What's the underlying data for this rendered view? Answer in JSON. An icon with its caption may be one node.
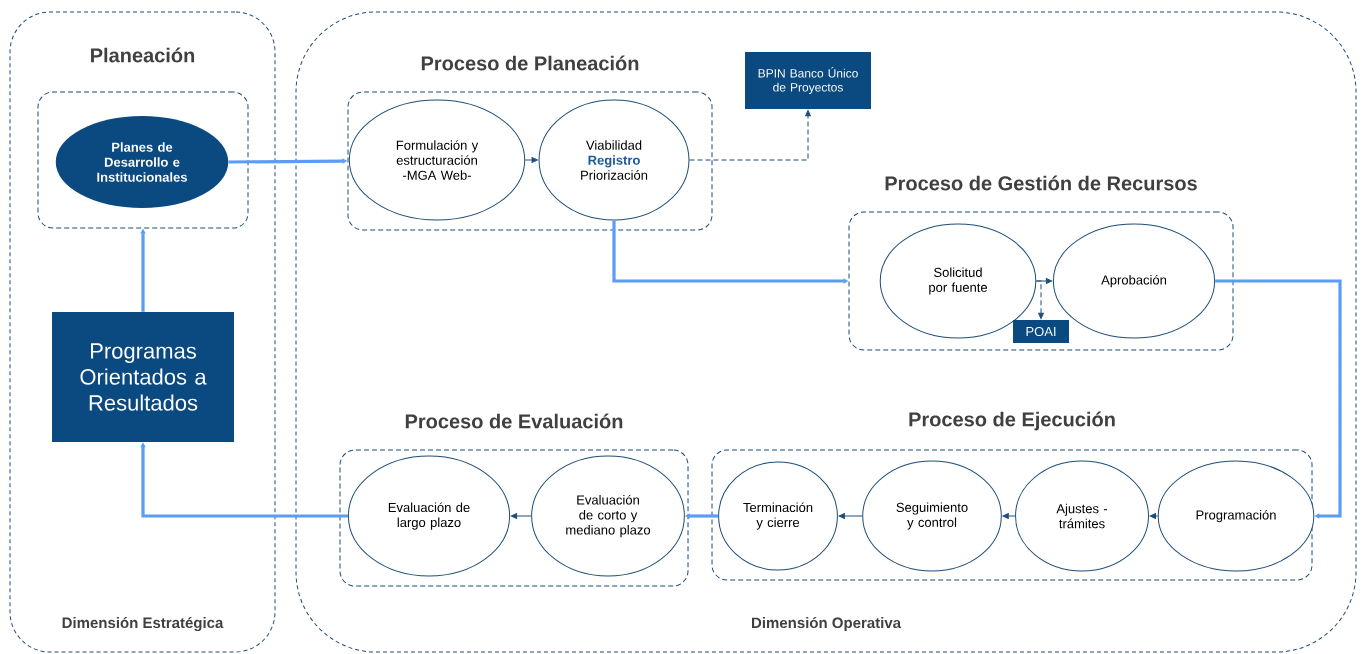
{
  "diagram": {
    "nodes": [
      {
        "text": [
          "Planeación",
          "Dimensión Estratégica"
        ]
      },
      {
        "text": [],
        "shape": "box",
        "in": 0
      },
      {
        "text": [
          "Planes de Desarrollo e Institucionales"
        ],
        "in": 1
      },
      {
        "text": [
          "Programas Orientados a Resultados"
        ],
        "in": 0
      },
      {
        "text": [
          "Dimensión Operativa"
        ]
      },
      {
        "text": [
          "Proceso de Planeación"
        ],
        "in": 4
      },
      {
        "text": [
          "Formulación y estructuración -MGA Web-"
        ],
        "in": 5
      },
      {
        "text": [
          "Viabilidad",
          "Registro",
          "Priorización"
        ],
        "in": 5
      },
      {
        "text": [
          "BPIN Banco Único de Proyectos"
        ],
        "in": 4
      },
      {
        "text": [
          "Proceso de Gestión de Recursos"
        ],
        "in": 4
      },
      {
        "text": [
          "Solicitud por fuente"
        ],
        "in": 9
      },
      {
        "text": [
          "Aprobación"
        ],
        "in": 9
      },
      {
        "text": [
          "POAI"
        ],
        "in": 9
      },
      {
        "text": [
          "Proceso de Evaluación"
        ],
        "in": 4
      },
      {
        "text": [
          "Evaluación de largo plazo"
        ],
        "in": 13
      },
      {
        "text": [
          "Evaluación de corto y mediano plazo"
        ],
        "in": 13
      },
      {
        "text": [
          "Proceso de Ejecución"
        ],
        "in": 4
      },
      {
        "text": [
          "Terminación y cierre"
        ],
        "in": 16
      },
      {
        "text": [
          "Seguimiento y control"
        ],
        "in": 16
      },
      {
        "text": [
          "Ajustes - trámites"
        ],
        "in": 16
      },
      {
        "text": [
          "Programación"
        ],
        "in": 16
      }
    ],
    "edges": [
      {
        "from": 2,
        "to": 5,
        "arrow": "to",
        "style": "thick",
        "color": "#5b9cf4"
      },
      {
        "from": 6,
        "to": 7,
        "arrow": "to"
      },
      {
        "from": 7,
        "to": 8,
        "arrow": "to",
        "style": "dashed"
      },
      {
        "from": 7,
        "to": 9,
        "arrow": "to",
        "style": "thick",
        "color": "#5b9cf4"
      },
      {
        "from": 10,
        "to": 11,
        "arrow": "to"
      },
      {
        "from": 10,
        "to": 12,
        "arrow": "to",
        "style": "dashed"
      },
      {
        "from": 11,
        "to": 20,
        "arrow": "to",
        "style": "thick",
        "color": "#5b9cf4"
      },
      {
        "from": 20,
        "to": 19,
        "arrow": "to"
      },
      {
        "from": 19,
        "to": 18,
        "arrow": "to"
      },
      {
        "from": 18,
        "to": 17,
        "arrow": "to"
      },
      {
        "from": 17,
        "to": 15,
        "arrow": "to",
        "style": "thick",
        "color": "#5b9cf4"
      },
      {
        "from": 15,
        "to": 14,
        "arrow": "to"
      },
      {
        "from": 14,
        "to": 3,
        "arrow": "to",
        "style": "thick",
        "color": "#5b9cf4"
      },
      {
        "from": 3,
        "to": 1,
        "arrow": "to",
        "style": "thick",
        "color": "#5b9cf4"
      }
    ]
  }
}
